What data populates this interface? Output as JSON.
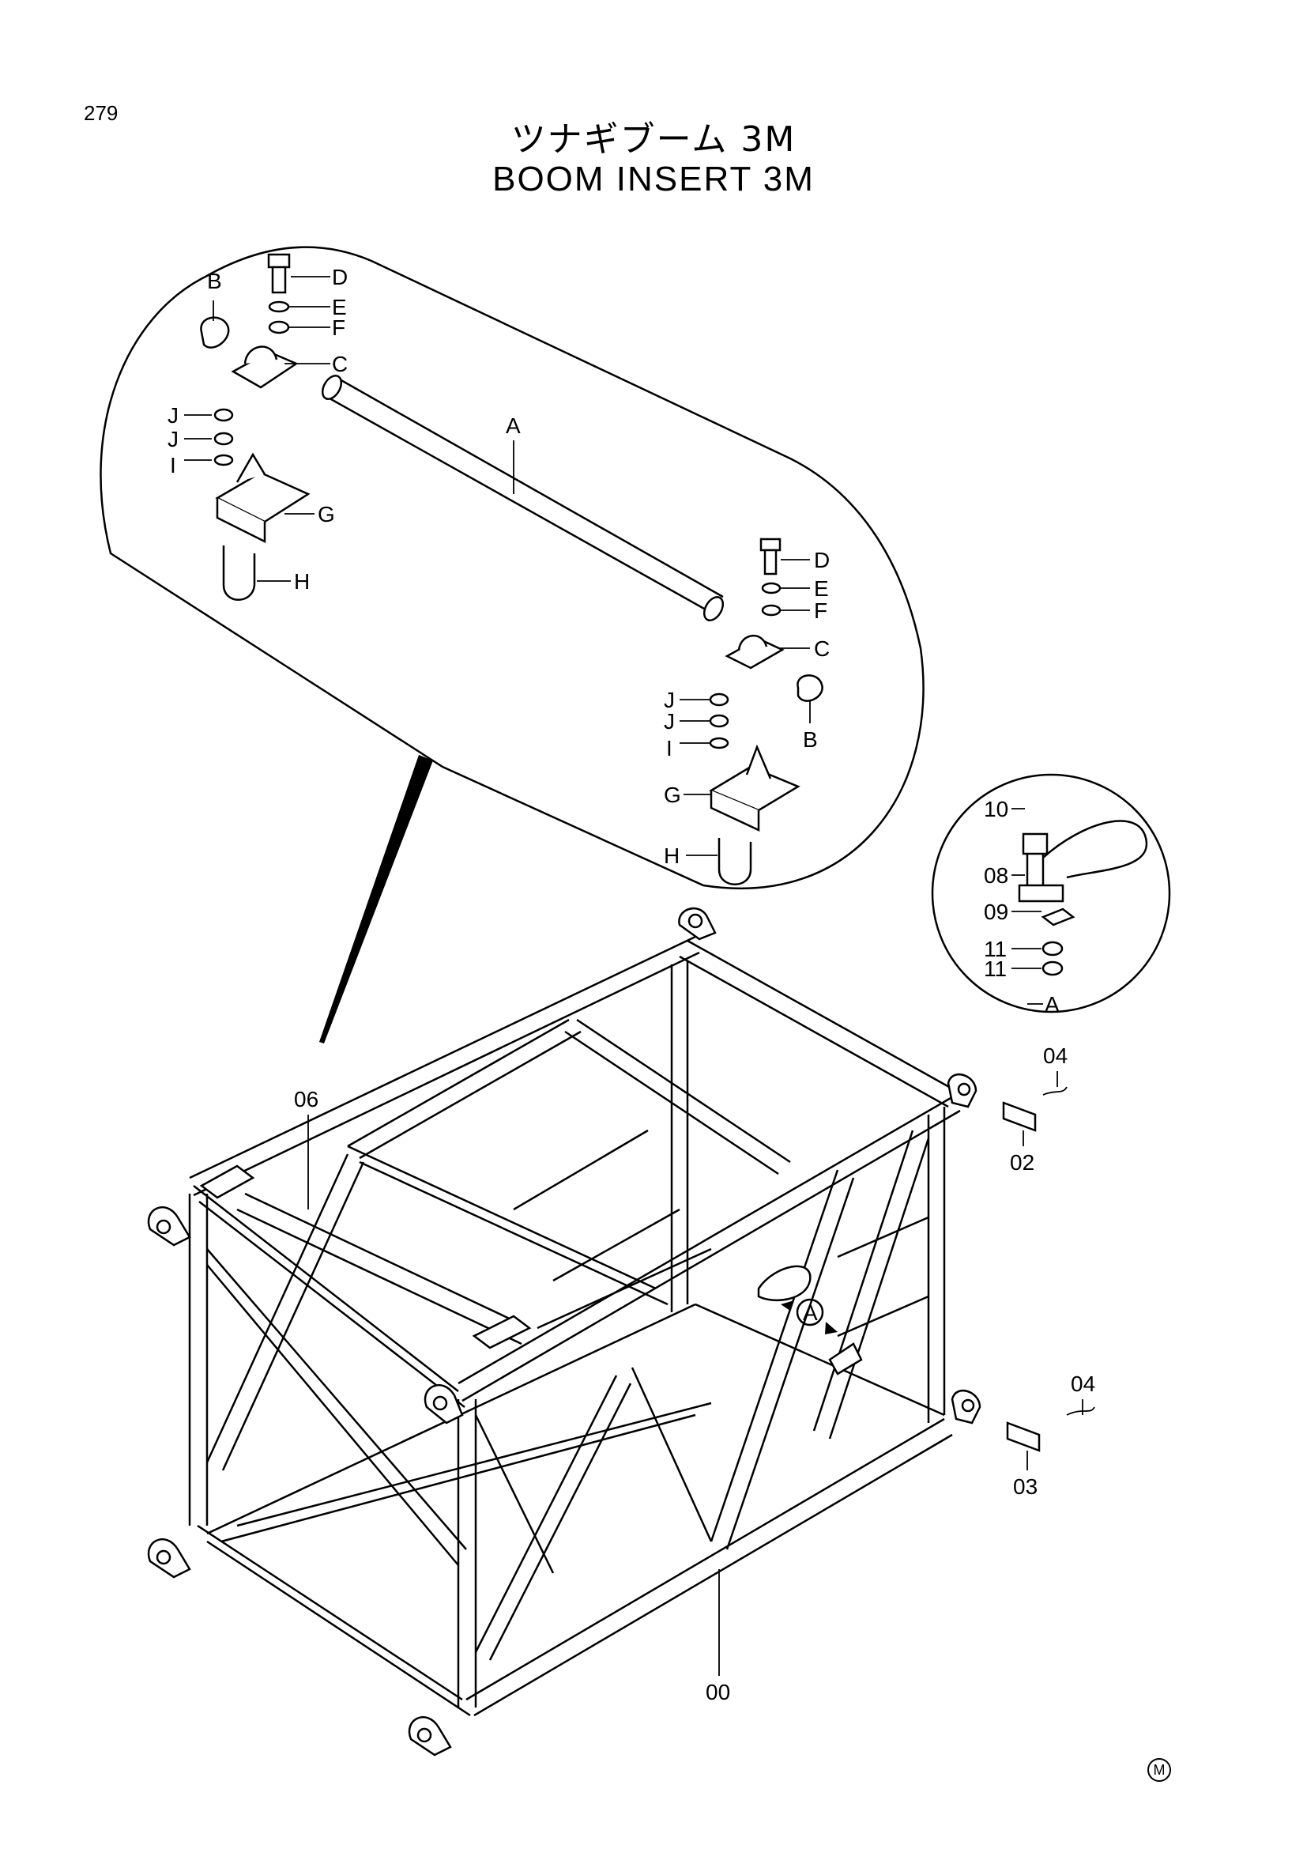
{
  "page_number": "279",
  "title_jp": "ツナギブーム 3M",
  "title_en": "BOOM INSERT 3M",
  "callouts": {
    "detail_top": [
      "A",
      "B",
      "C",
      "D",
      "E",
      "F",
      "G",
      "H",
      "I",
      "J",
      "J"
    ],
    "detail_bottom": [
      "B",
      "C",
      "D",
      "E",
      "F",
      "G",
      "H",
      "I",
      "J",
      "J"
    ],
    "detail_right": [
      "10",
      "08",
      "09",
      "11",
      "11",
      "A"
    ],
    "main": [
      "06",
      "04",
      "02",
      "04",
      "03",
      "00",
      "A"
    ]
  },
  "logo_mark": "M"
}
